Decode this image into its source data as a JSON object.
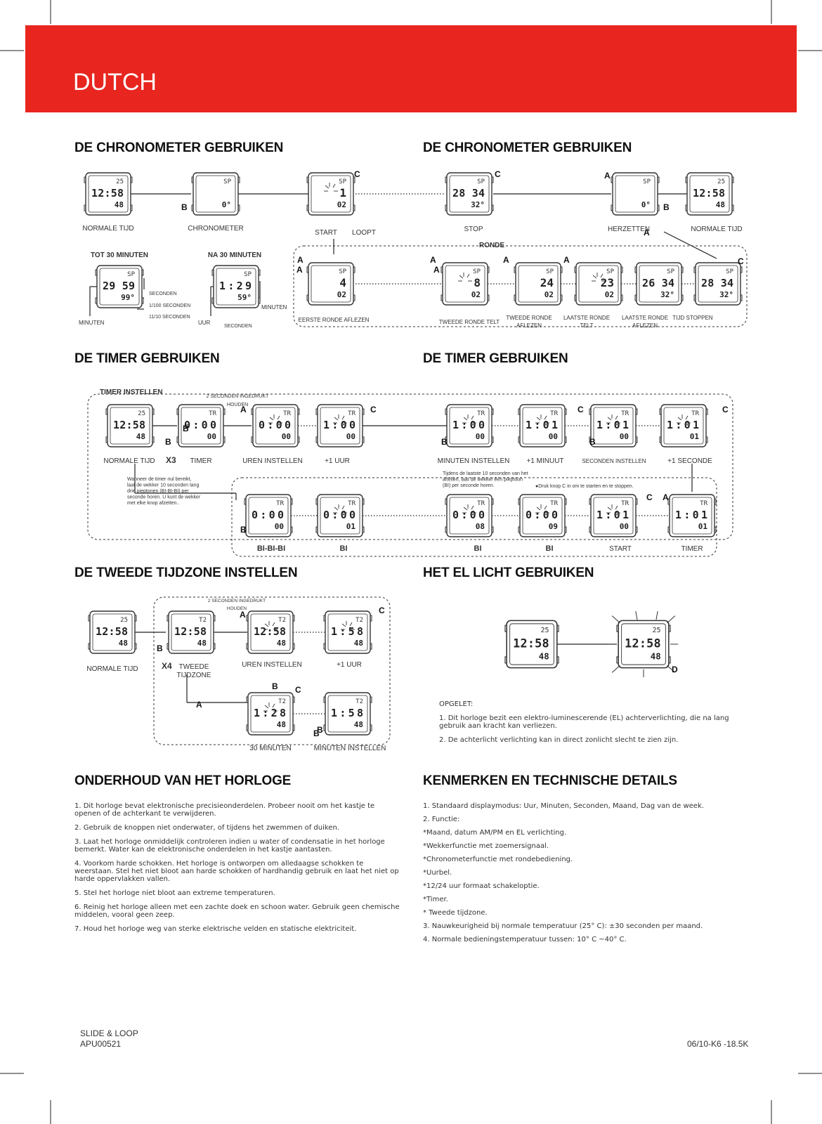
{
  "language": "DUTCH",
  "titles": {
    "chrono1": "DE CHRONOMETER GEBRUIKEN",
    "chrono2": "DE CHRONOMETER GEBRUIKEN",
    "timer1": "DE TIMER GEBRUIKEN",
    "timer2": "DE TIMER GEBRUIKEN",
    "tz": "DE TWEEDE TIJDZONE INSTELLEN",
    "el": "HET EL LICHT GEBRUIKEN",
    "care": "ONDERHOUD VAN HET HORLOGE",
    "specs": "KENMERKEN EN TECHNISCHE DETAILS"
  },
  "chrono": {
    "normale_tijd": "NORMALE TIJD",
    "chronometer": "CHRONOMETER",
    "start": "START",
    "loopt": "LOOPT",
    "stop": "STOP",
    "herzetten": "HERZETTEN",
    "normale_tijd2": "NORMALE TIJD",
    "ronde": "RONDE",
    "tot30": "TOT 30 MINUTEN",
    "na30": "NA 30 MINUTEN",
    "seconden": "SECONDEN",
    "honderdste": "1/100 SECONDEN",
    "tiende": "11/10 SECONDEN",
    "minuten": "MINUTEN",
    "uur": "UUR",
    "seconden2": "SECONDEN",
    "minuten2": "MINUTEN",
    "eerste_ronde": "EERSTE RONDE AFLEZEN",
    "tweede_telt": "TWEEDE RONDE TELT",
    "tweede_afl_1": "TWEEDE RONDE",
    "tweede_afl_2": "AFLEZEN",
    "laatste_telt_1": "LAATSTE RONDE",
    "laatste_telt_2": "TELT",
    "laatste_afl_1": "LAATSTE RONDE",
    "laatste_afl_2": "AFLEZEN",
    "tijd_stoppen": "TIJD STOPPEN"
  },
  "timer": {
    "instellen": "TIMER INSTELLEN",
    "hold_1": "2 SECONDEN INGEDRUKT",
    "hold_2": "HOUDEN",
    "normale_tijd": "NORMALE TIJD",
    "x3": "X3",
    "timer": "TIMER",
    "uren_instellen": "UREN INSTELLEN",
    "plus_uur": "+1 UUR",
    "minuten_instellen": "MINUTEN INSTELLEN",
    "plus_minuut": "+1 MINUUT",
    "seconden_instellen": "SECONDEN INSTELLEN",
    "plus_seconde": "+1 SECONDE",
    "note_left": [
      "Wanneer de timer nul bereikt,",
      "laat de wekker 10 seconden lang",
      "drie pieptonen (BI-BI-BI) per",
      "seconde horen. U kunt de wekker",
      "met elke knop afzetten.."
    ],
    "note_mid": [
      "Tijdens de laatste 10 seconden van het",
      "aftellen, laat de wekker één pieptoon",
      "(BI) per seconde horen."
    ],
    "note_right": "●Druk knop C in om te starten en te stoppen.",
    "bibibi": "BI-BI-BI",
    "bi": "BI",
    "start": "START",
    "timer2": "TIMER"
  },
  "tz": {
    "hold_1": "2 SECONDEN INGEDRUKT",
    "hold_2": "HOUDEN",
    "normale_tijd": "NORMALE TIJD",
    "x4": "X4",
    "tweede_1": "TWEEDE",
    "tweede_2": "TIJDZONE",
    "uren_instellen": "UREN INSTELLEN",
    "plus_uur": "+1 UUR",
    "min30": "30 MINUTEN",
    "minuten_instellen": "MINUTEN INSTELLEN"
  },
  "el": {
    "opgelet": "OPGELET:",
    "p1": "1. Dit horloge bezit een elektro-luminescerende (EL) achterverlichting, die na lang gebruik aan kracht kan verliezen.",
    "p2": "2. De achterlicht verlichting kan in direct zonlicht slecht te zien zijn."
  },
  "care": [
    "1. Dit horloge bevat elektronische precisieonderdelen.  Probeer nooit om het kastje te openen of de achterkant te verwijderen.",
    "2. Gebruik de knoppen niet onderwater, of tijdens het zwemmen of duiken.",
    "3. Laat het horloge onmiddelijk controleren indien u water of condensatie in het horloge bemerkt.  Water kan de elektronische onderdelen in het kastje aantasten.",
    "4. Voorkom harde schokken.  Het horloge is ontworpen om alledaagse schokken te weerstaan.  Stel het niet bloot aan harde schokken of hardhandig gebruik en laat het niet op harde oppervlakken vallen.",
    "5. Stel het horloge niet bloot aan extreme temperaturen.",
    "6. Reinig het horloge alleen met een zachte doek en schoon water.  Gebruik geen chemische middelen, vooral geen zeep.",
    "7. Houd het horloge weg van sterke elektrische velden en statische elektriciteit."
  ],
  "specs": [
    "1. Standaard displaymodus: Uur, Minuten, Seconden, Maand, Dag van de week.",
    "2. Functie:",
    "*Maand, datum AM/PM en EL verlichting.",
    "*Wekkerfunctie met zoemersignaal.",
    "*Chronometerfunctie met rondebediening.",
    "*Uurbel.",
    "*12/24 uur formaat schakeloptie.",
    "*Timer.",
    "* Tweede tijdzone.",
    "3. Nauwkeurigheid bij normale temperatuur (25° C): ±30 seconden per maand.",
    "4. Normale bedieningstemperatuur tussen: 10° C ~40° C."
  ],
  "footer": {
    "model": "SLIDE & LOOP",
    "code": "APU00521",
    "print": "06/10-K6 -18.5K"
  },
  "watches": [
    {
      "name": "chrono-normal",
      "top": "25",
      "main": "12:58",
      "sub": "48",
      "btn": [
        "B"
      ]
    },
    {
      "name": "chrono-mode",
      "top": "SP",
      "main": "",
      "sub": "0°"
    },
    {
      "name": "chrono-start",
      "top": "SP",
      "main": "1",
      "sub": "02",
      "btn": [
        "C"
      ]
    },
    {
      "name": "chrono-stop",
      "top": "SP",
      "main": "28 34",
      "sub": "32°",
      "btn": [
        "C"
      ]
    },
    {
      "name": "chrono-reset",
      "top": "SP",
      "main": "",
      "sub": "0°",
      "btn": [
        "A",
        "B"
      ]
    },
    {
      "name": "chrono-normal2",
      "top": "25",
      "main": "12:58",
      "sub": "48"
    },
    {
      "name": "chrono-under30",
      "top": "SP",
      "main": "29 59",
      "sub": "99°"
    },
    {
      "name": "chrono-over30",
      "top": "SP",
      "main": "1:29",
      "sub": "59°"
    },
    {
      "name": "lap-first",
      "top": "SP",
      "main": "4",
      "sub": "02",
      "btn": [
        "A"
      ]
    },
    {
      "name": "lap-second-count",
      "top": "SP",
      "main": "8",
      "sub": "02",
      "btn": [
        "A"
      ]
    },
    {
      "name": "lap-second-read",
      "top": "SP",
      "main": "24",
      "sub": "02",
      "btn": [
        "A"
      ]
    },
    {
      "name": "lap-last-count",
      "top": "SP",
      "main": "23",
      "sub": "02",
      "btn": [
        "A"
      ]
    },
    {
      "name": "lap-last-read",
      "top": "SP",
      "main": "26 34",
      "sub": "32°"
    },
    {
      "name": "lap-stop",
      "top": "SP",
      "main": "28 34",
      "sub": "32°",
      "btn": [
        "C"
      ]
    },
    {
      "name": "timer-normal",
      "top": "25",
      "main": "12:58",
      "sub": "48",
      "btn": [
        "B"
      ]
    },
    {
      "name": "timer-mode",
      "top": "TR",
      "main": "0:00",
      "sub": "00"
    },
    {
      "name": "timer-hours",
      "top": "TR",
      "main": "0:00",
      "sub": "00",
      "btn": [
        "A"
      ]
    },
    {
      "name": "timer-plus-hour",
      "top": "TR",
      "main": "1:00",
      "sub": "00",
      "btn": [
        "C"
      ]
    },
    {
      "name": "timer-minutes",
      "top": "TR",
      "main": "1:00",
      "sub": "00",
      "btn": [
        "B"
      ]
    },
    {
      "name": "timer-plus-minute",
      "top": "TR",
      "main": "1:01",
      "sub": "00",
      "btn": [
        "C"
      ]
    },
    {
      "name": "timer-seconds",
      "top": "TR",
      "main": "1:01",
      "sub": "00",
      "btn": [
        "B"
      ]
    },
    {
      "name": "timer-plus-second",
      "top": "TR",
      "main": "1:01",
      "sub": "01",
      "btn": [
        "C"
      ]
    },
    {
      "name": "timer-zero",
      "top": "TR",
      "main": "0:00",
      "sub": "00",
      "btn": [
        "B"
      ]
    },
    {
      "name": "timer-beep",
      "top": "TR",
      "main": "0:00",
      "sub": "01"
    },
    {
      "name": "timer-count-8",
      "top": "TR",
      "main": "0:00",
      "sub": "08"
    },
    {
      "name": "timer-count-9",
      "top": "TR",
      "main": "0:00",
      "sub": "09"
    },
    {
      "name": "timer-running",
      "top": "TR",
      "main": "1:01",
      "sub": "00",
      "btn": [
        "C"
      ]
    },
    {
      "name": "timer-set",
      "top": "TR",
      "main": "1:01",
      "sub": "01",
      "btn": [
        "A"
      ]
    },
    {
      "name": "tz-normal",
      "top": "25",
      "main": "12:58",
      "sub": "48",
      "btn": [
        "B"
      ]
    },
    {
      "name": "tz-mode",
      "top": "T2",
      "main": "12:58",
      "sub": "48"
    },
    {
      "name": "tz-hours",
      "top": "T2",
      "main": "12:58",
      "sub": "48",
      "btn": [
        "A"
      ]
    },
    {
      "name": "tz-plus-hour",
      "top": "T2",
      "main": "1:58",
      "sub": "48",
      "btn": [
        "C"
      ]
    },
    {
      "name": "tz-30min",
      "top": "T2",
      "main": "1:28",
      "sub": "48",
      "btn": [
        "B",
        "C"
      ]
    },
    {
      "name": "tz-minutes",
      "top": "T2",
      "main": "1:58",
      "sub": "48",
      "btn": [
        "B"
      ]
    },
    {
      "name": "el-off",
      "top": "25",
      "main": "12:58",
      "sub": "48"
    },
    {
      "name": "el-on",
      "top": "25",
      "main": "12:58",
      "sub": "48",
      "btn": [
        "D"
      ]
    }
  ]
}
